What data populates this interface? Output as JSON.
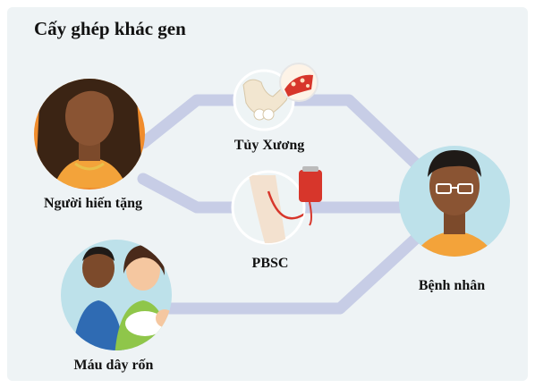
{
  "title": "Cấy ghép khác gen",
  "nodes": {
    "donor": "Người hiến tặng",
    "bone_marrow": "Tủy Xương",
    "pbsc": "PBSC",
    "patient": "Bệnh nhân",
    "cord_blood": "Máu dây rốn"
  },
  "colors": {
    "background_panel": "#eef3f5",
    "connector": "#c7cde6",
    "donor_circle": "#f08c2c",
    "patient_circle": "#bde1ea",
    "cord_circle": "#bde1ea",
    "procedure_circle": "#eef4f5",
    "blood": "#d7362b"
  }
}
